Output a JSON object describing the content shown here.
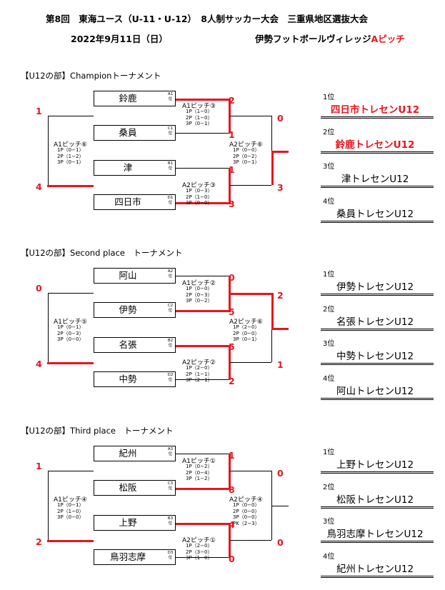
{
  "header": {
    "line1": "第8回　東海ユース（U-11・U-12）　8人制サッカー大会　三重県地区選抜大会",
    "date": "2022年9月11日（日）",
    "venue_prefix": "伊勢フットボールヴィレッジ",
    "venue_pitch": "Aピッチ"
  },
  "sections": [
    {
      "title": "【U12の部】Championトーナメント",
      "teams": [
        {
          "name": "鈴鹿",
          "seed": "A1位"
        },
        {
          "name": "桑員",
          "seed": "C1位"
        },
        {
          "name": "津",
          "seed": "B1位"
        },
        {
          "name": "四日市",
          "seed": "D1位"
        }
      ],
      "semi1": {
        "label": "A1ピッチ③",
        "details": [
          "1P（1−0）",
          "2P（1−0）",
          "3P（0−1）"
        ],
        "score_top": "2",
        "score_bottom": "1"
      },
      "semi2": {
        "label": "A2ピッチ③",
        "details": [
          "1P（0−3）",
          "2P（1−0）",
          "3P（0−0）"
        ],
        "score_top": "1",
        "score_bottom": "3"
      },
      "third": {
        "label": "A1ピッチ⑥",
        "details": [
          "1P（0−1）",
          "2P（1−2）",
          "3P（0−1）"
        ],
        "score_top": "1",
        "score_bottom": "4"
      },
      "final": {
        "label": "A2ピッチ⑥",
        "details": [
          "1P（0−0）",
          "2P（0−2）",
          "3P（0−1）"
        ],
        "score_top": "0",
        "score_bottom": "3"
      },
      "rankings": [
        {
          "rank": "1位",
          "team": "四日市トレセンU12",
          "red": true
        },
        {
          "rank": "2位",
          "team": "鈴鹿トレセンU12",
          "red": true
        },
        {
          "rank": "3位",
          "team": "津トレセンU12",
          "red": false
        },
        {
          "rank": "4位",
          "team": "桑員トレセンU12",
          "red": false
        }
      ]
    },
    {
      "title": "【U12の部】Second place　トーナメント",
      "teams": [
        {
          "name": "阿山",
          "seed": "A2位"
        },
        {
          "name": "伊勢",
          "seed": "C2位"
        },
        {
          "name": "名張",
          "seed": "B2位"
        },
        {
          "name": "中勢",
          "seed": "D2位"
        }
      ],
      "semi1": {
        "label": "A1ピッチ②",
        "details": [
          "1P（0−0）",
          "2P（0−3）",
          "3P（0−2）"
        ],
        "score_top": "0",
        "score_bottom": "5"
      },
      "semi2": {
        "label": "A2ピッチ②",
        "details": [
          "1P（2−0）",
          "2P（1−1）",
          "3P（2−1）"
        ],
        "score_top": "5",
        "score_bottom": "2"
      },
      "third": {
        "label": "A1ピッチ⑤",
        "details": [
          "1P（0−1）",
          "2P（0−3）",
          "3P（0−0）"
        ],
        "score_top": "0",
        "score_bottom": "4"
      },
      "final": {
        "label": "A2ピッチ⑥",
        "details": [
          "1P（2−0）",
          "2P（0−0）",
          "3P（0−1）"
        ],
        "score_top": "2",
        "score_bottom": "1"
      },
      "rankings": [
        {
          "rank": "1位",
          "team": "伊勢トレセンU12",
          "red": false
        },
        {
          "rank": "2位",
          "team": "名張トレセンU12",
          "red": false
        },
        {
          "rank": "3位",
          "team": "中勢トレセンU12",
          "red": false
        },
        {
          "rank": "4位",
          "team": "阿山トレセンU12",
          "red": false
        }
      ]
    },
    {
      "title": "【U12の部】Third place　トーナメント",
      "teams": [
        {
          "name": "紀州",
          "seed": "A3位"
        },
        {
          "name": "松阪",
          "seed": "C3位"
        },
        {
          "name": "上野",
          "seed": "B3位"
        },
        {
          "name": "鳥羽志摩",
          "seed": "D3位"
        }
      ],
      "semi1": {
        "label": "A1ピッチ①",
        "details": [
          "1P（0−2）",
          "2P（0−4）",
          "3P（1−2）"
        ],
        "score_top": "1",
        "score_bottom": "8"
      },
      "semi2": {
        "label": "A2ピッチ①",
        "details": [
          "1P（2−0）",
          "2P（3−0）",
          "3P（1−0）"
        ],
        "score_top": "4",
        "score_bottom": "0"
      },
      "third": {
        "label": "A1ピッチ④",
        "details": [
          "1P（0−1）",
          "2P（1−0）",
          "3P（0−0）"
        ],
        "score_top": "1",
        "score_bottom": "2"
      },
      "final": {
        "label": "A2ピッチ④",
        "details": [
          "1P（0−0）",
          "2P（0−0）",
          "3P（0−0）",
          "PK（2−3）"
        ],
        "score_top": "0",
        "score_bottom": "0"
      },
      "rankings": [
        {
          "rank": "1位",
          "team": "上野トレセンU12",
          "red": false
        },
        {
          "rank": "2位",
          "team": "松阪トレセンU12",
          "red": false
        },
        {
          "rank": "3位",
          "team": "鳥羽志摩トレセンU12",
          "red": false
        },
        {
          "rank": "4位",
          "team": "紀州トレセンU12",
          "red": false
        }
      ]
    }
  ]
}
